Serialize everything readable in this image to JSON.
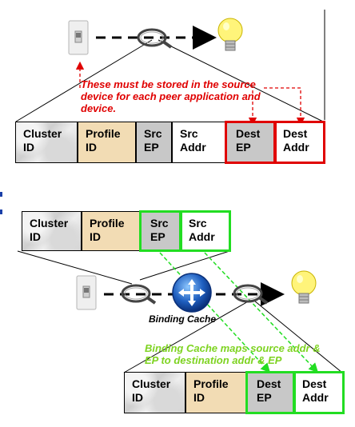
{
  "top_note": {
    "line1": "These must be stored in the source",
    "line2": "device for each peer application and",
    "line3": "device."
  },
  "binding_caption": "Binding Cache",
  "bottom_note": {
    "line1": "Binding Cache maps source addr &",
    "line2": "EP to destination addr & EP"
  },
  "top_row": [
    {
      "l1": "Cluster",
      "l2": "ID"
    },
    {
      "l1": "Profile",
      "l2": "ID"
    },
    {
      "l1": "Src",
      "l2": "EP"
    },
    {
      "l1": "Src",
      "l2": "Addr"
    },
    {
      "l1": "Dest",
      "l2": "EP"
    },
    {
      "l1": "Dest",
      "l2": "Addr"
    }
  ],
  "mid_row": [
    {
      "l1": "Cluster",
      "l2": "ID"
    },
    {
      "l1": "Profile",
      "l2": "ID"
    },
    {
      "l1": "Src",
      "l2": "EP"
    },
    {
      "l1": "Src",
      "l2": "Addr"
    }
  ],
  "bottom_row": [
    {
      "l1": "Cluster",
      "l2": "ID"
    },
    {
      "l1": "Profile",
      "l2": "ID"
    },
    {
      "l1": "Dest",
      "l2": "EP"
    },
    {
      "l1": "Dest",
      "l2": "Addr"
    }
  ],
  "colors": {
    "red": "#e00000",
    "green": "#22dd22",
    "note_green": "#7ed321"
  },
  "icons": [
    "light-switch-icon",
    "magnifier-icon",
    "light-bulb-icon",
    "binding-cache-icon"
  ]
}
